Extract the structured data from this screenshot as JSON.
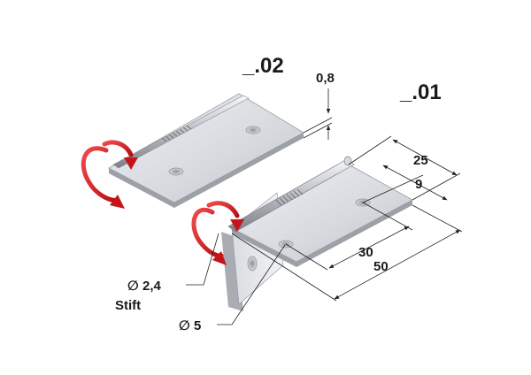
{
  "variants": {
    "v02": "_.02",
    "v01": "_.01"
  },
  "dimensions": {
    "thickness": "0,8",
    "width": "25",
    "hole_offset": "9",
    "hole_distance": "30",
    "leaf_length": "50"
  },
  "callouts": {
    "pin_diameter": "∅ 2,4",
    "pin_label": "Stift",
    "hole_diameter": "∅ 5"
  },
  "colors": {
    "metal_light": "#e4e6ea",
    "metal_mid": "#c5c8cd",
    "metal_dark": "#8e9298",
    "arrow_red": "#d4171b",
    "line": "#222222"
  },
  "icons": {
    "rotation_arrow": "rotation-arrow-icon"
  }
}
